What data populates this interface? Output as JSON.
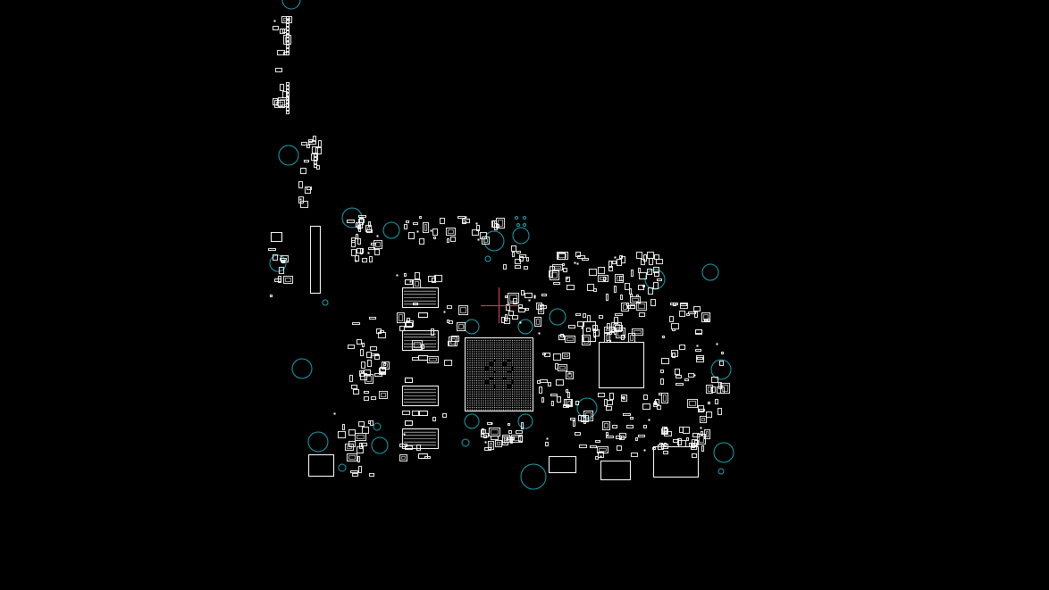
{
  "viewer": {
    "background": "#000000",
    "outline_color": "#ffffff",
    "via_color": "#1aa3b0",
    "cursor_color": "#e0405a"
  },
  "board": {
    "highlight": "cursor-crosshair",
    "parts": [
      {
        "kind": "bga",
        "name": "cpu-bga"
      },
      {
        "kind": "square",
        "name": "pch-chip"
      },
      {
        "kind": "dimm",
        "name": "memory-chip-1"
      },
      {
        "kind": "dimm",
        "name": "memory-chip-2"
      },
      {
        "kind": "dimm",
        "name": "memory-chip-3"
      },
      {
        "kind": "dimm",
        "name": "memory-chip-4"
      },
      {
        "kind": "connector",
        "name": "edge-connector"
      },
      {
        "kind": "port",
        "name": "io-port-right"
      },
      {
        "kind": "port",
        "name": "io-port-middle"
      },
      {
        "kind": "port",
        "name": "io-port-left"
      },
      {
        "kind": "port",
        "name": "audio-jack"
      }
    ]
  }
}
